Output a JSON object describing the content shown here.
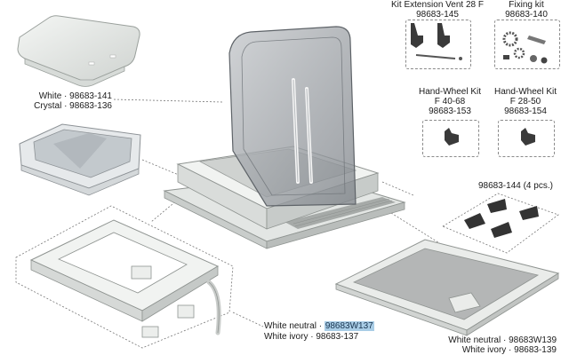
{
  "labels": {
    "cover_white": "White · 98683-141",
    "cover_crystal": "Crystal · 98683-136",
    "kit_ext_title": "Kit Extension Vent 28 F",
    "kit_ext_code": "98683-145",
    "fixing_title": "Fixing kit",
    "fixing_code": "98683-140",
    "handwheel1_title": "Hand-Wheel Kit",
    "handwheel1_model": "F 40-68",
    "handwheel1_code": "98683-153",
    "handwheel2_title": "Hand-Wheel Kit",
    "handwheel2_model": "F 28-50",
    "handwheel2_code": "98683-154",
    "corners_label": "98683-144  (4 pcs.)",
    "frame_neutral_prefix": "White neutral · ",
    "frame_neutral_code": "98683W137",
    "frame_ivory": "White ivory · 98683-137",
    "screen_neutral": "White neutral · 98683W139",
    "screen_ivory": "White ivory · 98683-139"
  },
  "icons": [
    "white-cover-icon",
    "crystal-cover-icon",
    "roof-vent-icon",
    "extension-kit-icon",
    "fixing-kit-icon",
    "hand-wheel-icon",
    "corner-pieces-icon",
    "inner-frame-icon",
    "fly-screen-icon"
  ],
  "colors": {
    "highlight": "#a9cde6",
    "line": "#6a6a6a",
    "part_light": "#eef0ee",
    "part_dark": "#3a3a3a"
  }
}
